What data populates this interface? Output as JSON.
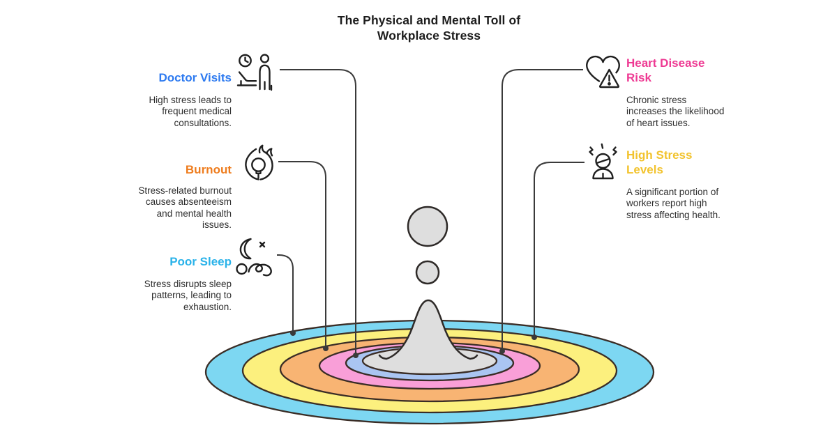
{
  "title": "The Physical and Mental Toll of\nWorkplace Stress",
  "title_color": "#1d1d1d",
  "body_text_color": "#2e2e2e",
  "connector_color": "#3a3a3a",
  "outline_color": "#3a2d26",
  "icon_color": "#1f1f1f",
  "callouts": {
    "doctor": {
      "label": "Doctor Visits",
      "description": "High stress leads to\nfrequent medical\nconsultations.",
      "color": "#2d7af0",
      "icon": "doctor-visit-icon",
      "target_ring": "light-blue-inner-ring"
    },
    "burnout": {
      "label": "Burnout",
      "description": "Stress-related burnout\ncauses absenteeism\nand mental health\nissues.",
      "color": "#ee7c1d",
      "icon": "burnout-flame-icon",
      "target_ring": "orange-ring"
    },
    "sleep": {
      "label": "Poor Sleep",
      "description": "Stress disrupts sleep\npatterns, leading to\nexhaustion.",
      "color": "#29b2e9",
      "icon": "poor-sleep-icon",
      "target_ring": "cyan-outer-ring"
    },
    "heart": {
      "label": "Heart Disease\nRisk",
      "description": "Chronic stress\nincreases the likelihood\nof heart issues.",
      "color": "#ee3a93",
      "icon": "heart-warning-icon",
      "target_ring": "pink-ring"
    },
    "stress": {
      "label": "High Stress\nLevels",
      "description": "A significant portion of\nworkers report high\nstress affecting health.",
      "color": "#f2c32e",
      "icon": "stressed-person-icon",
      "target_ring": "yellow-ring"
    }
  },
  "ripple": {
    "rings": {
      "cyan": "#7dd7f2",
      "yellow": "#fcf07e",
      "orange": "#f8b473",
      "pink": "#f99fd8",
      "periwinkle": "#aac5f2",
      "center_gray": "#dedede"
    },
    "droplet_color": "#dedede"
  }
}
